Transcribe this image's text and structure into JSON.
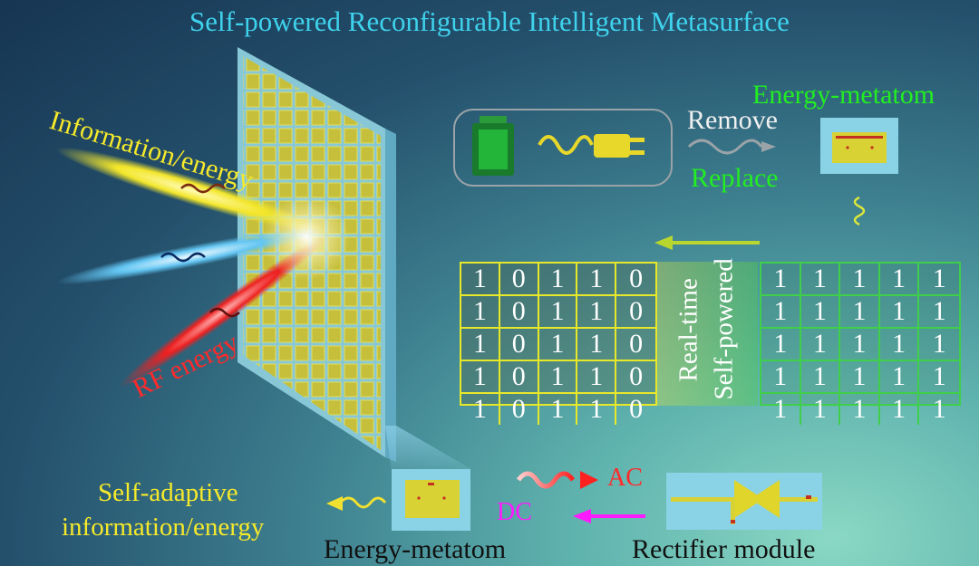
{
  "title": "Self-powered Reconfigurable Intelligent Metasurface",
  "labels": {
    "information_energy": "Information/energy",
    "rf_energy": "RF energy",
    "energy_metatom_top": "Energy-metatom",
    "remove": "Remove",
    "replace": "Replace",
    "real_time": "Real-time",
    "self_powered": "Self-powered",
    "self_adaptive_line1": "Self-adaptive",
    "self_adaptive_line2": "information/energy",
    "energy_metatom_bottom": "Energy-metatom",
    "rectifier_module": "Rectifier module",
    "ac": "AC",
    "dc": "DC"
  },
  "coding_left": [
    [
      "1",
      "0",
      "1",
      "1",
      "0"
    ],
    [
      "1",
      "0",
      "1",
      "1",
      "0"
    ],
    [
      "1",
      "0",
      "1",
      "1",
      "0"
    ],
    [
      "1",
      "0",
      "1",
      "1",
      "0"
    ],
    [
      "1",
      "0",
      "1",
      "1",
      "0"
    ]
  ],
  "coding_right": [
    [
      "1",
      "1",
      "1",
      "1",
      "1"
    ],
    [
      "1",
      "1",
      "1",
      "1",
      "1"
    ],
    [
      "1",
      "1",
      "1",
      "1",
      "1"
    ],
    [
      "1",
      "1",
      "1",
      "1",
      "1"
    ],
    [
      "1",
      "1",
      "1",
      "1",
      "1"
    ]
  ],
  "icons": [
    "battery-icon",
    "power-plug-icon"
  ],
  "colors": {
    "title": "#3fd2ec",
    "information_beam": "#f6ea2a",
    "communication_beam": "#5ac8f0",
    "rf_beam": "#ff2a2a",
    "green_accent": "#22ee22",
    "metasurface": "#7fc6df",
    "unit_cell": "#d8d23a"
  }
}
